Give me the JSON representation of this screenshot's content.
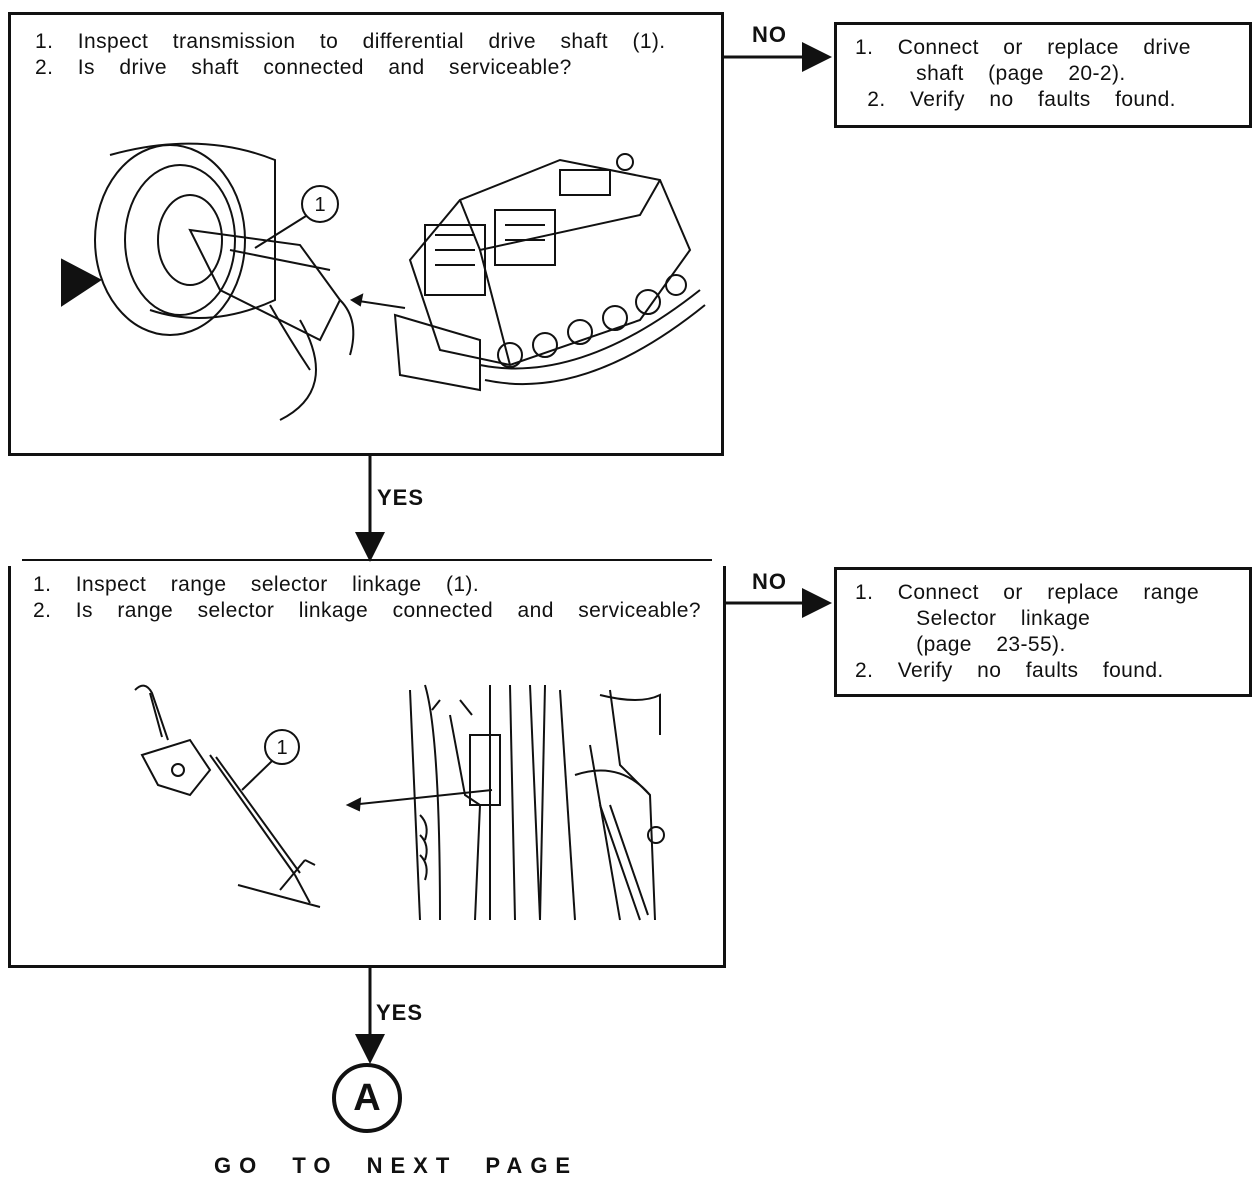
{
  "step1": {
    "question_lines": [
      "1.  Inspect  transmission  to  differential  drive  shaft  (1).",
      "2.  Is  drive  shaft  connected  and  serviceable?"
    ],
    "callout": "1",
    "no_label": "NO",
    "no_action_lines": [
      "1.  Connect  or  replace  drive",
      "     shaft  (page  20-2).",
      " 2.  Verify  no  faults  found."
    ],
    "yes_label": "YES"
  },
  "step2": {
    "question_lines": [
      "1.  Inspect  range  selector  linkage  (1).",
      "2.  Is  range  selector  linkage  connected  and  serviceable?"
    ],
    "callout": "1",
    "no_label": "NO",
    "no_action_lines": [
      "1.  Connect  or  replace  range",
      "     Selector  linkage",
      "     (page  23-55).",
      "2.  Verify  no  faults  found."
    ],
    "yes_label": "YES"
  },
  "connector": {
    "letter": "A"
  },
  "footer": {
    "text": "GO TO NEXT PAGE"
  }
}
